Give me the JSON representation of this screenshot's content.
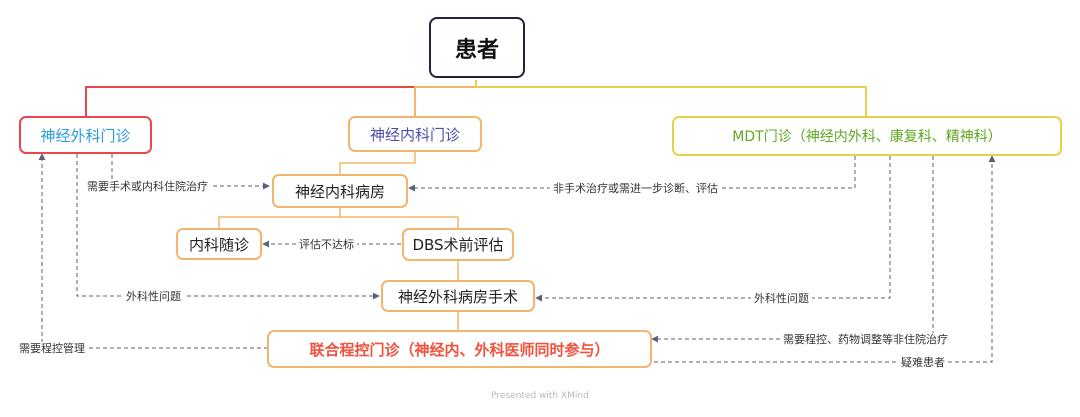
{
  "nodes": {
    "root": "患者",
    "neurosurgery_clinic": "神经外科门诊",
    "neurology_clinic": "神经内科门诊",
    "mdt_clinic": "MDT门诊（神经内外科、康复科、精神科）",
    "neurology_ward": "神经内科病房",
    "internal_followup": "内科随诊",
    "dbs_preop_eval": "DBS术前评估",
    "neurosurgery_ward_surgery": "神经外科病房手术",
    "joint_programming_clinic": "联合程控门诊（神经内、外科医师同时参与）"
  },
  "edge_labels": {
    "needs_surgery_or_inpatient": "需要手术或内科住院治疗",
    "non_surgical_or_further_eval": "非手术治疗或需进一步诊断、评估",
    "eval_not_met": "评估不达标",
    "surgical_issue_left": "外科性问题",
    "surgical_issue_right": "外科性问题",
    "needs_programming_mgmt": "需要程控管理",
    "needs_programming_outpatient": "需要程控、药物调整等非住院治疗",
    "difficult_patients": "疑难患者"
  },
  "footer": "Presented with XMind",
  "colors": {
    "root_border": "#1f2340",
    "neurosurgery": "#e8484d",
    "neurosurgery_text": "#2a9de0",
    "neurology_text": "#4a4fa8",
    "orange": "#f3b56e",
    "mdt": "#e6d24a",
    "mdt_text": "#5fa820",
    "highlight": "#f0523e",
    "dashed": "#5a5f7a"
  }
}
